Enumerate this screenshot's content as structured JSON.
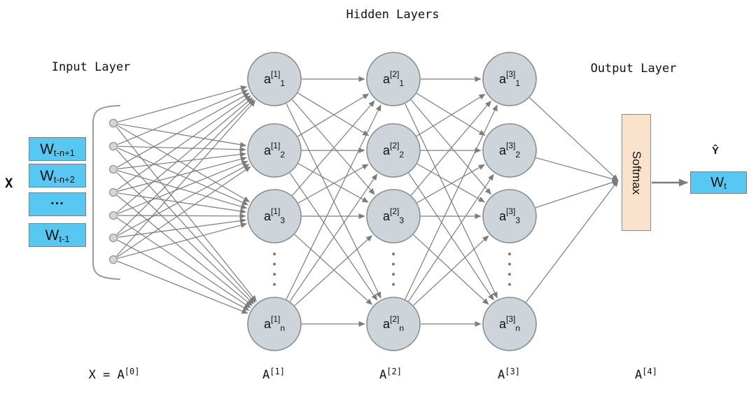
{
  "title": "Hidden Layers",
  "labels": {
    "input_layer": "Input Layer",
    "output_layer": "Output Layer",
    "x_vector": "X",
    "y_hat": "Ŷ"
  },
  "input_boxes": [
    {
      "base": "W",
      "sub": "t-n+1"
    },
    {
      "base": "W",
      "sub": "t-n+2"
    },
    {
      "base": "...",
      "sub": ""
    },
    {
      "base": "W",
      "sub": "t-1"
    }
  ],
  "hidden_layers": [
    {
      "node_base": "a",
      "sup": "[1]",
      "subs": [
        "1",
        "2",
        "3",
        "n"
      ]
    },
    {
      "node_base": "a",
      "sup": "[2]",
      "subs": [
        "1",
        "2",
        "3",
        "n"
      ]
    },
    {
      "node_base": "a",
      "sup": "[3]",
      "subs": [
        "1",
        "2",
        "3",
        "n"
      ]
    }
  ],
  "output": {
    "softmax_label": "Softmax",
    "result_box": {
      "base": "W",
      "sub": "t"
    }
  },
  "bottom_labels": [
    {
      "prefix": "X = A",
      "sup": "[0]"
    },
    {
      "prefix": "A",
      "sup": "[1]"
    },
    {
      "prefix": "A",
      "sup": "[2]"
    },
    {
      "prefix": "A",
      "sup": "[3]"
    },
    {
      "prefix": "A",
      "sup": "[4]"
    }
  ],
  "colors": {
    "edge": "#7c7c7c",
    "node_fill": "#cdd5da",
    "node_stroke": "#838d93",
    "input_node_fill": "#d3d7d9",
    "input_node_stroke": "#8f9599",
    "dot": "#787878",
    "bracket": "#9a9a9a",
    "input_box_fill": "#56c8f2",
    "softmax_fill": "#fae3cd"
  }
}
